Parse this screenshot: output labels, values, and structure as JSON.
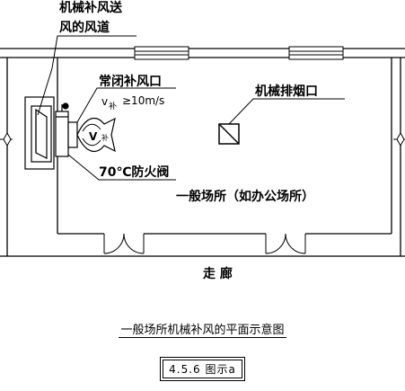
{
  "labels": {
    "duct": [
      "机械补风送",
      "风的风道"
    ],
    "inlet": "常闭补风口",
    "velocity_main": "v",
    "velocity_sub": "补",
    "velocity_value": "≥10m/s",
    "arrow_v": "V",
    "arrow_sub": "补",
    "damper": "70℃防火阀",
    "exhaust": "机械排烟口",
    "room": "一般场所（如办公场所）",
    "corridor": "走 廊"
  },
  "caption": "一般场所机械补风的平面示意图",
  "figure_number": "4.5.6 图示a"
}
